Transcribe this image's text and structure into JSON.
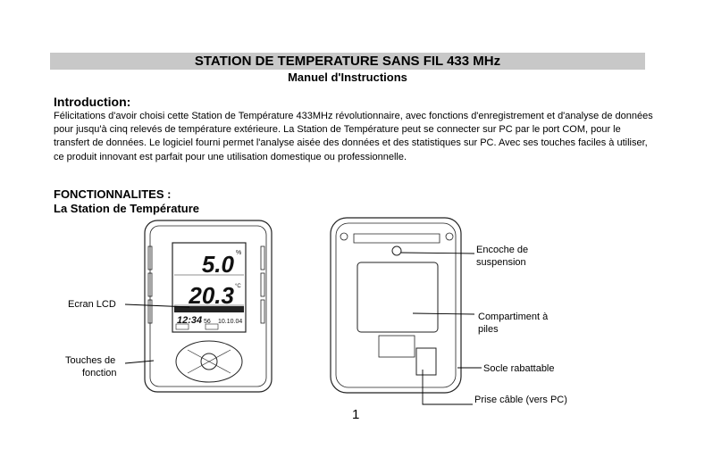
{
  "header": {
    "title": "STATION DE TEMPERATURE SANS FIL 433 MHz",
    "subtitle": "Manuel d'Instructions"
  },
  "intro": {
    "heading": "Introduction:",
    "body": "Félicitations d'avoir choisi cette Station de Température 433MHz révolutionnaire, avec fonctions d'enregistrement et d'analyse de données pour jusqu'à cinq relevés de température extérieure. La Station de Température peut se connecter sur PC par le port COM, pour le transfert de données. Le logiciel fourni permet l'analyse aisée des données et des statistiques sur PC. Avec ses touches faciles à utiliser, ce produit innovant est parfait pour une utilisation domestique ou professionnelle."
  },
  "features": {
    "heading": "FONCTIONNALITES :",
    "subheading": "La Station de Température"
  },
  "front_view": {
    "labels": {
      "lcd": "Ecran LCD",
      "keys_line1": "Touches de",
      "keys_line2": "fonction"
    },
    "display": {
      "value_top": "5.0",
      "unit_top": "%",
      "value_mid": "20.3",
      "unit_mid": "°C",
      "time": "12:34",
      "seconds": "56",
      "date": "10.10.04"
    }
  },
  "back_view": {
    "labels": {
      "notch_line1": "Encoche de",
      "notch_line2": "suspension",
      "battery_line1": "Compartiment à",
      "battery_line2": "piles",
      "stand": "Socle rabattable",
      "cable": "Prise câble (vers PC)"
    }
  },
  "page_number": "1"
}
